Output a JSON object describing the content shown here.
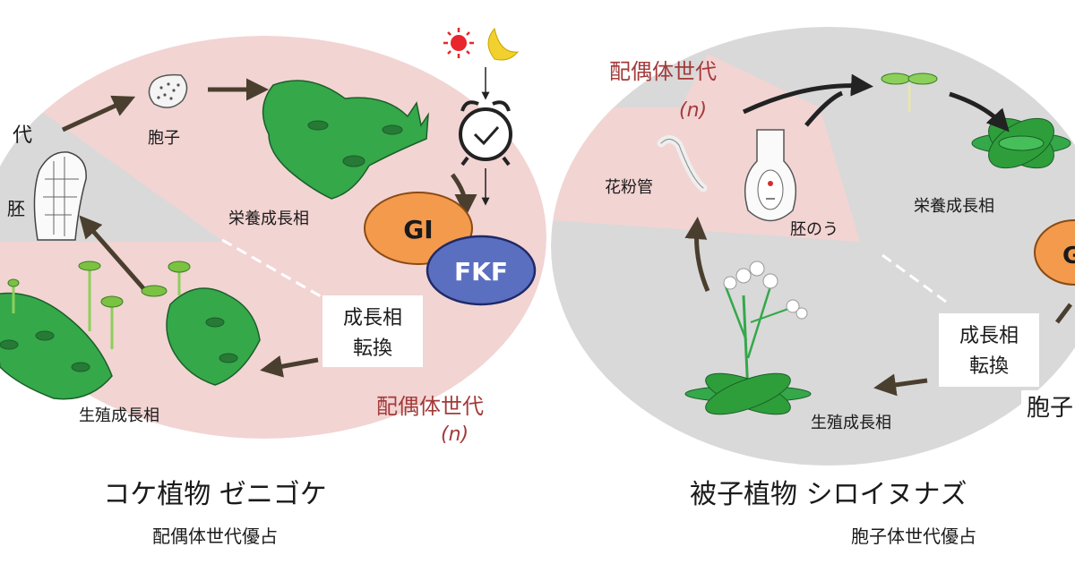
{
  "left": {
    "title": "コケ植物 ゼニゴケ",
    "subtitle": "配偶体世代優占",
    "label_sporophyte_gen": "代",
    "label_embryo": "胚",
    "label_spore": "胞子",
    "label_vegetative": "栄養成長相",
    "label_reproductive": "生殖成長相",
    "label_gametophyte_gen": "配偶体世代",
    "label_n": "(n)",
    "box_line1": "成長相",
    "box_line2": "転換",
    "protein_gi": "GI",
    "protein_fkf": "FKF"
  },
  "right": {
    "title": "被子植物 シロイヌナズ",
    "subtitle": "胞子体世代優占",
    "label_gametophyte_gen": "配偶体世代",
    "label_n": "(n)",
    "label_pollen_tube": "花粉管",
    "label_embryo_sac": "胚のう",
    "label_vegetative": "栄養成長相",
    "label_reproductive": "生殖成長相",
    "label_spore_partial": "胞子",
    "box_line1": "成長相",
    "box_line2": "転換",
    "protein_gi_partial": "G"
  },
  "colors": {
    "pink": "#f2d4d3",
    "gray": "#d9d9d9",
    "plant_green": "#2e9e3a",
    "gi_orange": "#f39a4d",
    "fkf_blue": "#5b6fc0",
    "gametophyte_red": "#a33a3a",
    "arrow": "#4a3f2f"
  },
  "icons": [
    "sun-icon",
    "moon-icon",
    "alarm-clock-icon"
  ]
}
